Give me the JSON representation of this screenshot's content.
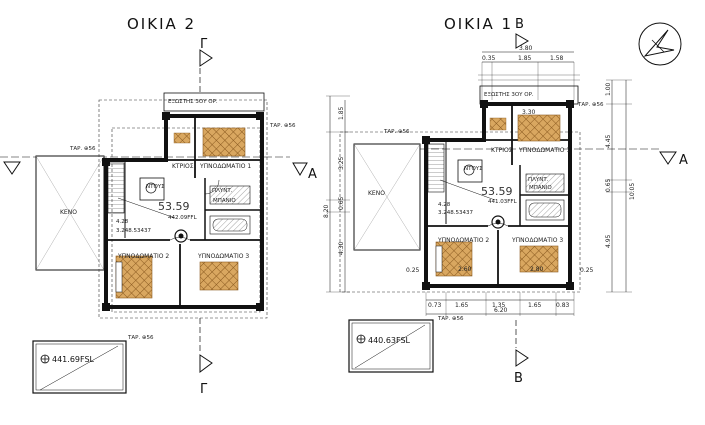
{
  "titles": {
    "house2": "ΟΙΚΙΑ 2",
    "house1": "ΟΙΚΙΑ 1"
  },
  "section_marks": {
    "gamma": "Γ",
    "beta": "Β",
    "alpha": "Α"
  },
  "house2": {
    "rooms": {
      "bedroom1": "ΥΠΝΟΔΩΜΑΤΙΟ 1",
      "bedroom2": "ΥΠΝΟΔΩΜΑΤΙΟ 2",
      "bedroom3": "ΥΠΝΟΔΩΜΑΤΙΟ 3",
      "wardrobe": "ΚΤΡΙΟΣ",
      "void": "ΚΕΝΟ",
      "laundry": "ΠΛΥΝΤ.",
      "bath": "ΜΠΑΝΙΟ",
      "wc": "ΝΤΟΥΣ"
    },
    "labels": {
      "top_strip": "ΕΞΩΣΤΗΣ 3ΟΥ ΟΡ.",
      "tap_left": "ΤΑΡ. ⊕56",
      "tap_right": "ΤΑΡ. ⊕56",
      "tap_site": "ΤΑΡ. ⊕56",
      "area": "53.59",
      "level": "442.09FFL",
      "elev1": "4.28",
      "elev2": "3.248.53437"
    },
    "site_level": "441.69FSL"
  },
  "house1": {
    "rooms": {
      "bedroom1": "ΥΠΝΟΔΩΜΑΤΙΟ 1",
      "bedroom2": "ΥΠΝΟΔΩΜΑΤΙΟ 2",
      "bedroom3": "ΥΠΝΟΔΩΜΑΤΙΟ 3",
      "wardrobe": "ΚΤΡΙΟΣ",
      "void": "ΚΕΝΟ",
      "laundry": "ΠΛΥΝΤ.",
      "bath": "ΜΠΑΝΙΟ",
      "wc": "ΝΤΟΥΣ"
    },
    "labels": {
      "top_strip": "ΕΞΩΣΤΗΣ 3ΟΥ ΟΡ.",
      "tap_left": "ΤΑΡ. ⊕56",
      "tap_right": "ΤΑΡ. ⊕56",
      "tap_site": "ΤΑΡ. ⊕56",
      "area": "53.59",
      "level": "441.03FFL",
      "elev1": "4.28",
      "elev2": "3.248.53437"
    },
    "site_level": "440.63FSL",
    "dims_top": [
      "3.80",
      "0.35",
      "1.85",
      "1.58"
    ],
    "dims_bottom_chain": [
      "0.73",
      "1.65",
      "1.35",
      "1.65",
      "0.83"
    ],
    "dims_bottom_total": "6.20",
    "dims_misc": [
      "3.30",
      "2.60",
      "2.80",
      "0.25",
      "0.25"
    ],
    "dims_left": [
      "1.85",
      "3.25",
      "8.20",
      "0.65",
      "4.30"
    ],
    "dims_right": [
      "1.00",
      "4.45",
      "10.05",
      "0.65",
      "4.95"
    ]
  },
  "colors": {
    "line": "#111111",
    "tile_fill": "#d9a760",
    "tile_line": "#8a5a20",
    "hatch": "#555555"
  },
  "icons": [
    "north-arrow-icon",
    "section-arrow-icon"
  ]
}
